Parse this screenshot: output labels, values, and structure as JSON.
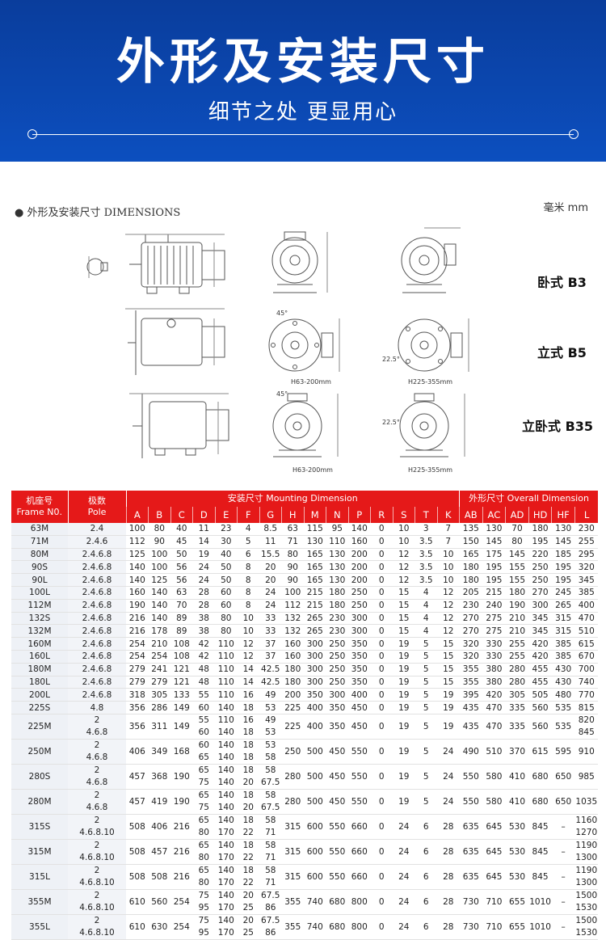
{
  "banner": {
    "title": "外形及安装尺寸",
    "subtitle": "细节之处 更显用心"
  },
  "section": {
    "label": "● 外形及安装尺寸 DIMENSIONS",
    "unit": "毫米 mm"
  },
  "mounts": [
    "卧式 B3",
    "立式 B5",
    "立卧式 B35"
  ],
  "drawing_labels": {
    "range1": "H63-200mm",
    "range2": "H225-355mm",
    "angle1": "45°",
    "angle2": "22.5°"
  },
  "table": {
    "head": {
      "frame_cn": "机座号",
      "frame_en": "Frame N0.",
      "pole_cn": "极数",
      "pole_en": "Pole",
      "mount_group": "安装尺寸 Mounting Dimension",
      "overall_group": "外形尺寸 Overall Dimension"
    },
    "mount_cols": [
      "A",
      "B",
      "C",
      "D",
      "E",
      "F",
      "G",
      "H",
      "M",
      "N",
      "P",
      "R",
      "S",
      "T",
      "K"
    ],
    "overall_cols": [
      "AB",
      "AC",
      "AD",
      "HD",
      "HF",
      "L"
    ],
    "rows": [
      [
        "63M",
        "2.4",
        "100",
        "80",
        "40",
        "11",
        "23",
        "4",
        "8.5",
        "63",
        "115",
        "95",
        "140",
        "0",
        "10",
        "3",
        "7",
        "135",
        "130",
        "70",
        "180",
        "130",
        "230"
      ],
      [
        "71M",
        "2.4.6",
        "112",
        "90",
        "45",
        "14",
        "30",
        "5",
        "11",
        "71",
        "130",
        "110",
        "160",
        "0",
        "10",
        "3.5",
        "7",
        "150",
        "145",
        "80",
        "195",
        "145",
        "255"
      ],
      [
        "80M",
        "2.4.6.8",
        "125",
        "100",
        "50",
        "19",
        "40",
        "6",
        "15.5",
        "80",
        "165",
        "130",
        "200",
        "0",
        "12",
        "3.5",
        "10",
        "165",
        "175",
        "145",
        "220",
        "185",
        "295"
      ],
      [
        "90S",
        "2.4.6.8",
        "140",
        "100",
        "56",
        "24",
        "50",
        "8",
        "20",
        "90",
        "165",
        "130",
        "200",
        "0",
        "12",
        "3.5",
        "10",
        "180",
        "195",
        "155",
        "250",
        "195",
        "320"
      ],
      [
        "90L",
        "2.4.6.8",
        "140",
        "125",
        "56",
        "24",
        "50",
        "8",
        "20",
        "90",
        "165",
        "130",
        "200",
        "0",
        "12",
        "3.5",
        "10",
        "180",
        "195",
        "155",
        "250",
        "195",
        "345"
      ],
      [
        "100L",
        "2.4.6.8",
        "160",
        "140",
        "63",
        "28",
        "60",
        "8",
        "24",
        "100",
        "215",
        "180",
        "250",
        "0",
        "15",
        "4",
        "12",
        "205",
        "215",
        "180",
        "270",
        "245",
        "385"
      ],
      [
        "112M",
        "2.4.6.8",
        "190",
        "140",
        "70",
        "28",
        "60",
        "8",
        "24",
        "112",
        "215",
        "180",
        "250",
        "0",
        "15",
        "4",
        "12",
        "230",
        "240",
        "190",
        "300",
        "265",
        "400"
      ],
      [
        "132S",
        "2.4.6.8",
        "216",
        "140",
        "89",
        "38",
        "80",
        "10",
        "33",
        "132",
        "265",
        "230",
        "300",
        "0",
        "15",
        "4",
        "12",
        "270",
        "275",
        "210",
        "345",
        "315",
        "470"
      ],
      [
        "132M",
        "2.4.6.8",
        "216",
        "178",
        "89",
        "38",
        "80",
        "10",
        "33",
        "132",
        "265",
        "230",
        "300",
        "0",
        "15",
        "4",
        "12",
        "270",
        "275",
        "210",
        "345",
        "315",
        "510"
      ],
      [
        "160M",
        "2.4.6.8",
        "254",
        "210",
        "108",
        "42",
        "110",
        "12",
        "37",
        "160",
        "300",
        "250",
        "350",
        "0",
        "19",
        "5",
        "15",
        "320",
        "330",
        "255",
        "420",
        "385",
        "615"
      ],
      [
        "160L",
        "2.4.6.8",
        "254",
        "254",
        "108",
        "42",
        "110",
        "12",
        "37",
        "160",
        "300",
        "250",
        "350",
        "0",
        "19",
        "5",
        "15",
        "320",
        "330",
        "255",
        "420",
        "385",
        "670"
      ],
      [
        "180M",
        "2.4.6.8",
        "279",
        "241",
        "121",
        "48",
        "110",
        "14",
        "42.5",
        "180",
        "300",
        "250",
        "350",
        "0",
        "19",
        "5",
        "15",
        "355",
        "380",
        "280",
        "455",
        "430",
        "700"
      ],
      [
        "180L",
        "2.4.6.8",
        "279",
        "279",
        "121",
        "48",
        "110",
        "14",
        "42.5",
        "180",
        "300",
        "250",
        "350",
        "0",
        "19",
        "5",
        "15",
        "355",
        "380",
        "280",
        "455",
        "430",
        "740"
      ],
      [
        "200L",
        "2.4.6.8",
        "318",
        "305",
        "133",
        "55",
        "110",
        "16",
        "49",
        "200",
        "350",
        "300",
        "400",
        "0",
        "19",
        "5",
        "19",
        "395",
        "420",
        "305",
        "505",
        "480",
        "770"
      ],
      [
        "225S",
        "4.8",
        "356",
        "286",
        "149",
        "60",
        "140",
        "18",
        "53",
        "225",
        "400",
        "350",
        "450",
        "0",
        "19",
        "5",
        "19",
        "435",
        "470",
        "335",
        "560",
        "535",
        "815"
      ]
    ],
    "rows2": [
      [
        "225M",
        "2|4.6.8",
        "356",
        "311",
        "149",
        "55|60",
        "110|140",
        "16|18",
        "49|53",
        "225",
        "400",
        "350",
        "450",
        "0",
        "19",
        "5",
        "19",
        "435",
        "470",
        "335",
        "560",
        "535",
        "820|845"
      ],
      [
        "250M",
        "2|4.6.8",
        "406",
        "349",
        "168",
        "60|65",
        "140|140",
        "18|18",
        "53|58",
        "250",
        "500",
        "450",
        "550",
        "0",
        "19",
        "5",
        "24",
        "490",
        "510",
        "370",
        "615",
        "595",
        "910"
      ],
      [
        "280S",
        "2|4.6.8",
        "457",
        "368",
        "190",
        "65|75",
        "140|140",
        "18|20",
        "58|67.5",
        "280",
        "500",
        "450",
        "550",
        "0",
        "19",
        "5",
        "24",
        "550",
        "580",
        "410",
        "680",
        "650",
        "985"
      ],
      [
        "280M",
        "2|4.6.8",
        "457",
        "419",
        "190",
        "65|75",
        "140|140",
        "18|20",
        "58|67.5",
        "280",
        "500",
        "450",
        "550",
        "0",
        "19",
        "5",
        "24",
        "550",
        "580",
        "410",
        "680",
        "650",
        "1035"
      ],
      [
        "315S",
        "2|4.6.8.10",
        "508",
        "406",
        "216",
        "65|80",
        "140|170",
        "18|22",
        "58|71",
        "315",
        "600",
        "550",
        "660",
        "0",
        "24",
        "6",
        "28",
        "635",
        "645",
        "530",
        "845",
        "–",
        "1160|1270"
      ],
      [
        "315M",
        "2|4.6.8.10",
        "508",
        "457",
        "216",
        "65|80",
        "140|170",
        "18|22",
        "58|71",
        "315",
        "600",
        "550",
        "660",
        "0",
        "24",
        "6",
        "28",
        "635",
        "645",
        "530",
        "845",
        "–",
        "1190|1300"
      ],
      [
        "315L",
        "2|4.6.8.10",
        "508",
        "508",
        "216",
        "65|80",
        "140|170",
        "18|22",
        "58|71",
        "315",
        "600",
        "550",
        "660",
        "0",
        "24",
        "6",
        "28",
        "635",
        "645",
        "530",
        "845",
        "–",
        "1190|1300"
      ],
      [
        "355M",
        "2|4.6.8.10",
        "610",
        "560",
        "254",
        "75|95",
        "140|170",
        "20|25",
        "67.5|86",
        "355",
        "740",
        "680",
        "800",
        "0",
        "24",
        "6",
        "28",
        "730",
        "710",
        "655",
        "1010",
        "–",
        "1500|1530"
      ],
      [
        "355L",
        "2|4.6.8.10",
        "610",
        "630",
        "254",
        "75|95",
        "140|170",
        "20|25",
        "67.5|86",
        "355",
        "740",
        "680",
        "800",
        "0",
        "24",
        "6",
        "28",
        "730",
        "710",
        "655",
        "1010",
        "–",
        "1500|1530"
      ]
    ]
  }
}
